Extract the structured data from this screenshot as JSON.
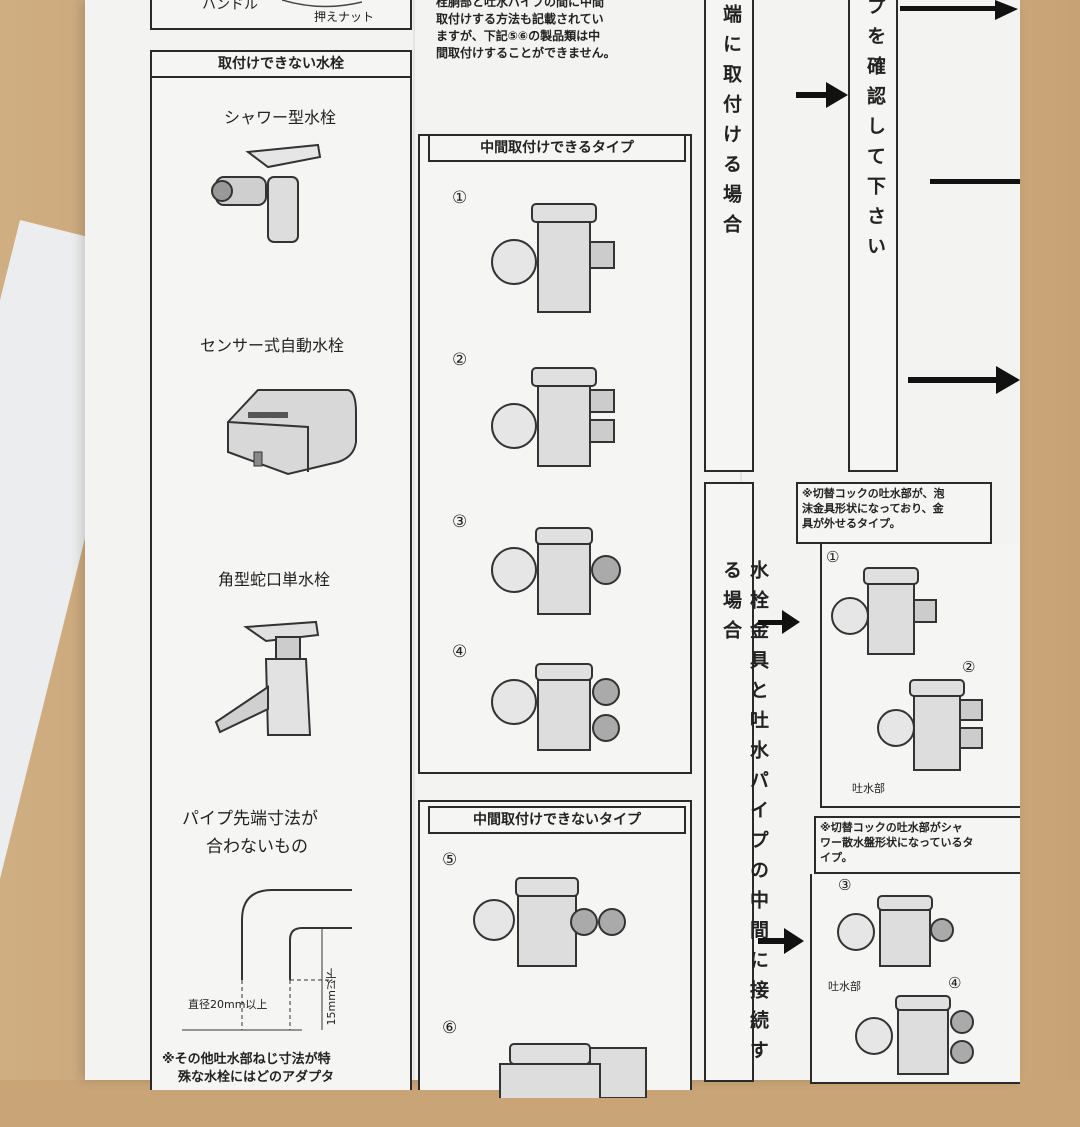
{
  "top": {
    "handle_label": "ハンドル",
    "nut_label": "押えナット",
    "text_lines": [
      "栓胴部と吐水パイプの間に中間",
      "取付けする方法も記載されてい",
      "ますが、下記⑤⑥の製品類は中",
      "間取付けすることができません。"
    ]
  },
  "left": {
    "box_title": "取付けできない水栓",
    "items": [
      {
        "label": "シャワー型水栓",
        "icon": "shower-faucet-icon"
      },
      {
        "label": "センサー式自動水栓",
        "icon": "sensor-faucet-icon"
      },
      {
        "label": "角型蛇口単水栓",
        "icon": "square-faucet-icon"
      }
    ],
    "pipe_title_line1": "パイプ先端寸法が",
    "pipe_title_line2": "合わないもの",
    "dim_diameter": "直径20mm以上",
    "dim_length": "15mm以下",
    "bottom_note_line1": "※その他吐水部ねじ寸法が特",
    "bottom_note_line2": "殊な水栓にはどのアダプタ"
  },
  "middle": {
    "can_title": "中間取付けできるタイプ",
    "can_items": [
      "①",
      "②",
      "③",
      "④"
    ],
    "cannot_title": "中間取付けできないタイプ",
    "cannot_items": [
      "⑤",
      "⑥"
    ]
  },
  "columns": {
    "col1_upper": "端に取付ける場合",
    "col1_lower": "水栓金具と吐水パイプの中間に接続する場合",
    "col2": "プを確認して下さい"
  },
  "right": {
    "note1_lines": [
      "※切替コックの吐水部が、泡",
      "沫金具形状になっており、金",
      "具が外せるタイプ。"
    ],
    "note1_items": [
      "①",
      "②"
    ],
    "outlet_label_1": "吐水部",
    "note2_lines": [
      "※切替コックの吐水部がシャ",
      "ワー散水盤形状になっているタ",
      "イプ。"
    ],
    "note2_items": [
      "③",
      "④"
    ],
    "outlet_label_2": "吐水部"
  }
}
